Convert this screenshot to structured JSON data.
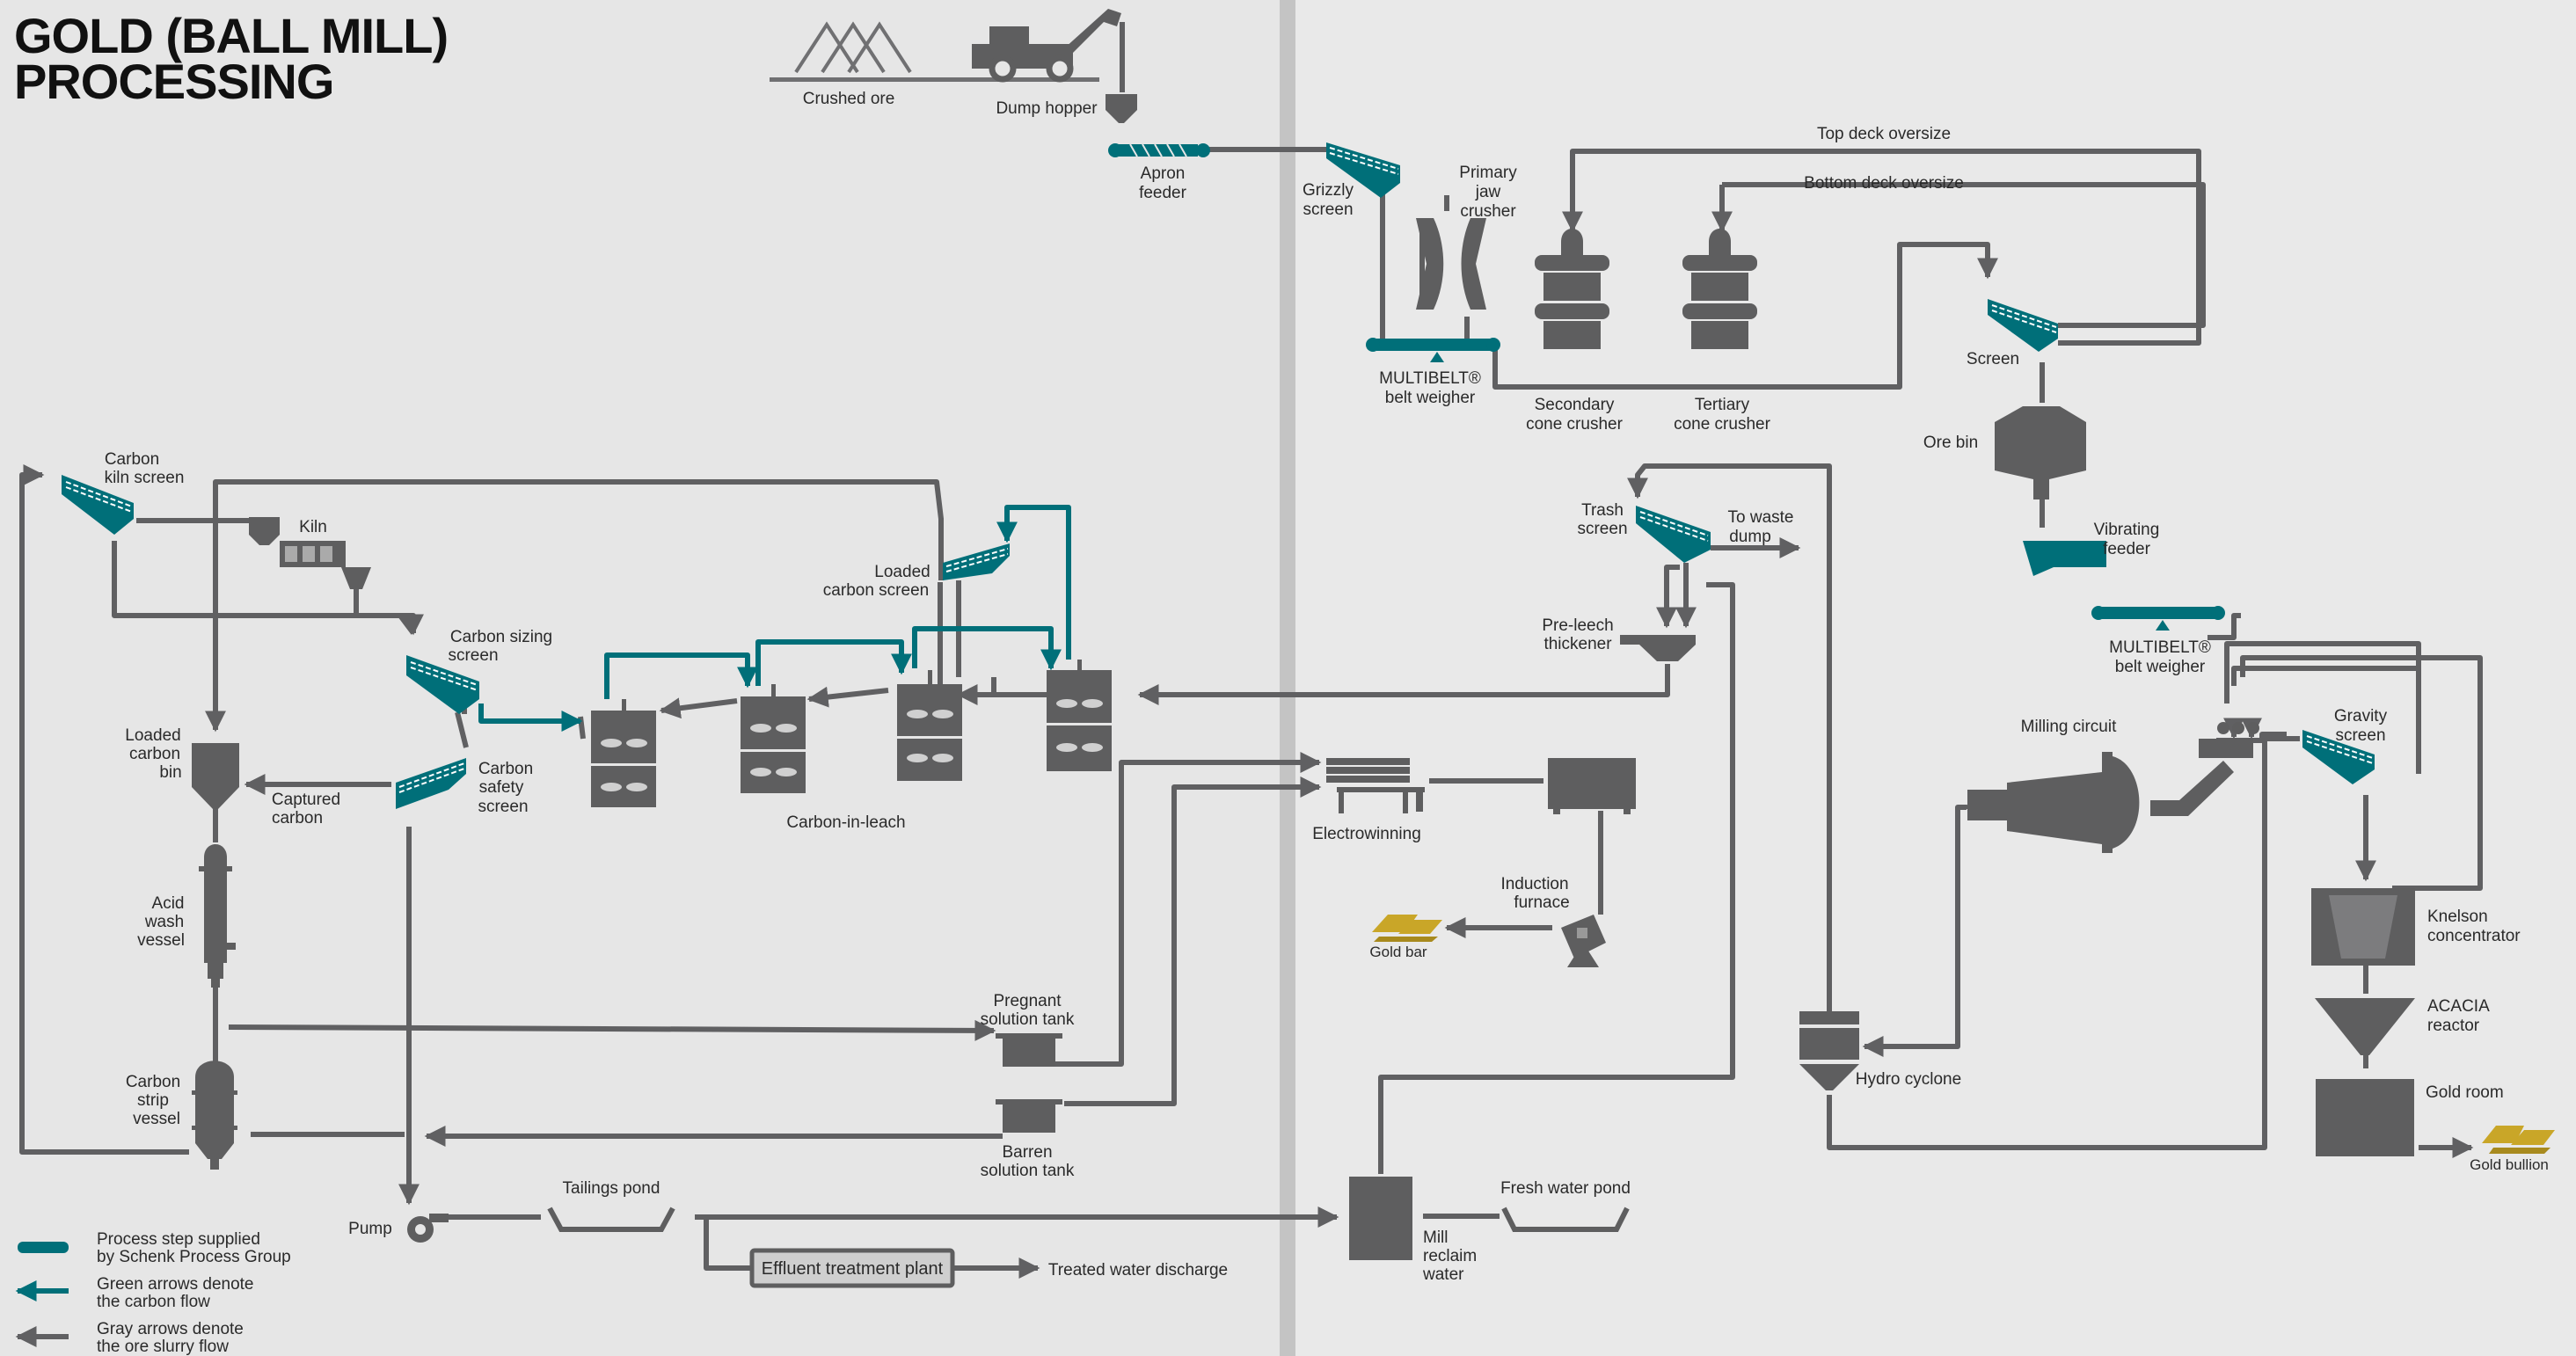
{
  "title": {
    "line1": "GOLD (BALL MILL)",
    "line2": "PROCESSING"
  },
  "colors": {
    "teal": "#006f79",
    "gray_equipment": "#5e5e5f",
    "flow_gray": "#606062",
    "gold": "#c9a628",
    "background": "#e6e6e6",
    "divider": "#c4c4c4"
  },
  "labels": {
    "crushed_ore": "Crushed ore",
    "dump_hopper": "Dump hopper",
    "apron_feeder": [
      "Apron",
      "feeder"
    ],
    "grizzly_screen": [
      "Grizzly",
      "screen"
    ],
    "primary_jaw_crusher": [
      "Primary",
      "jaw",
      "crusher"
    ],
    "multibelt_1": [
      "MULTIBELT®",
      "belt weigher"
    ],
    "top_deck_oversize": "Top deck oversize",
    "bottom_deck_oversize": "Bottom deck oversize",
    "secondary_cone_crusher": [
      "Secondary",
      "cone crusher"
    ],
    "tertiary_cone_crusher": [
      "Tertiary",
      "cone crusher"
    ],
    "screen": "Screen",
    "ore_bin": "Ore bin",
    "vibrating_feeder": [
      "Vibrating",
      "feeder"
    ],
    "multibelt_2": [
      "MULTIBELT®",
      "belt weigher"
    ],
    "trash_screen": [
      "Trash",
      "screen"
    ],
    "to_waste_dump": [
      "To waste",
      "dump"
    ],
    "pre_leech_thickener": [
      "Pre-leech",
      "thickener"
    ],
    "milling_circuit": "Milling circuit",
    "gravity_screen": [
      "Gravity",
      "screen"
    ],
    "knelson_concentrator": [
      "Knelson",
      "concentrator"
    ],
    "acacia_reactor": [
      "ACACIA",
      "reactor"
    ],
    "gold_room": "Gold room",
    "gold_bullion": "Gold bullion",
    "hydro_cyclone": "Hydro cyclone",
    "carbon_kiln_screen": [
      "Carbon",
      "kiln screen"
    ],
    "kiln": "Kiln",
    "loaded_carbon_screen": [
      "Loaded",
      "carbon screen"
    ],
    "carbon_sizing_screen": [
      "Carbon sizing",
      "screen"
    ],
    "loaded_carbon_bin": [
      "Loaded",
      "carbon",
      "bin"
    ],
    "captured_carbon": [
      "Captured",
      "carbon"
    ],
    "carbon_safety_screen": [
      "Carbon",
      "safety",
      "screen"
    ],
    "carbon_in_leach": "Carbon-in-leach",
    "electrowinning": "Electrowinning",
    "induction_furnace": [
      "Induction",
      "furnace"
    ],
    "gold_bar": "Gold bar",
    "acid_wash_vessel": [
      "Acid",
      "wash",
      "vessel"
    ],
    "pregnant_solution_tank": [
      "Pregnant",
      "solution tank"
    ],
    "barren_solution_tank": [
      "Barren",
      "solution tank"
    ],
    "carbon_strip_vessel": [
      "Carbon",
      "strip",
      "vessel"
    ],
    "pump": "Pump",
    "tailings_pond": "Tailings pond",
    "effluent_treatment_plant": "Effluent treatment plant",
    "treated_water_discharge": "Treated water discharge",
    "mill_reclaim_water": [
      "Mill",
      "reclaim",
      "water"
    ],
    "fresh_water_pond": "Fresh water pond"
  },
  "legend": {
    "schenk": [
      "Process step supplied",
      "by Schenk Process Group"
    ],
    "green": [
      "Green arrows denote",
      "the carbon flow"
    ],
    "gray": [
      "Gray arrows denote",
      "the ore slurry flow"
    ]
  }
}
